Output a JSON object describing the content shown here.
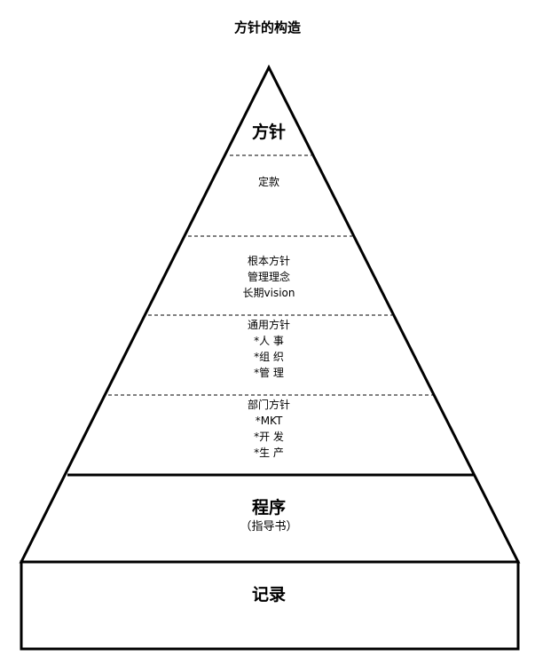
{
  "title": "方针的构造",
  "pyramid": {
    "top_label": "方针",
    "layers": [
      {
        "lines": [
          "定款"
        ]
      },
      {
        "lines": [
          "根本方针",
          "管理理念",
          "长期vision"
        ]
      },
      {
        "lines": [
          "通用方针",
          "*人  事",
          "*组  织",
          "*管  理"
        ]
      },
      {
        "lines": [
          "部门方针",
          "*MKT",
          "*开  发",
          "*生  产"
        ]
      }
    ],
    "procedure": {
      "label": "程序",
      "sub": "（指导书）"
    },
    "records": {
      "label": "记录"
    }
  }
}
